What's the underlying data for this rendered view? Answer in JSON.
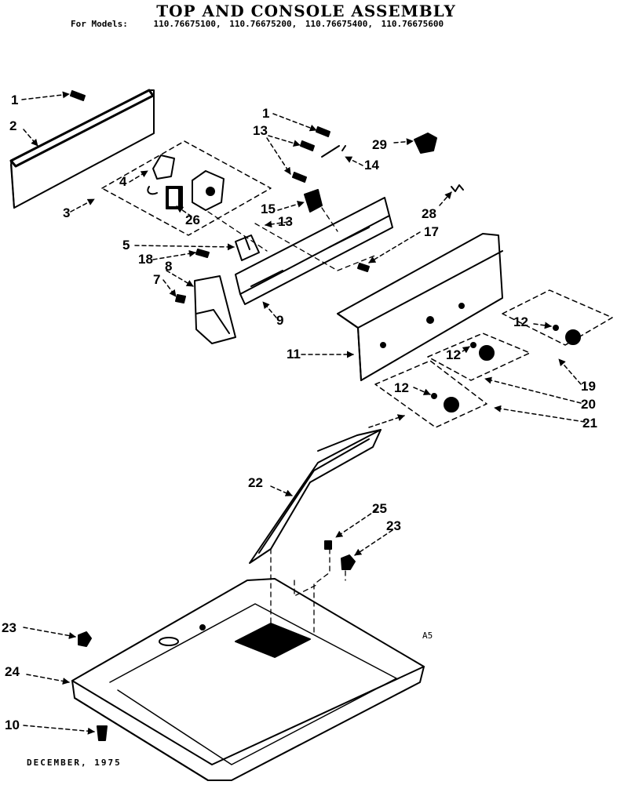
{
  "title": "TOP AND CONSOLE ASSEMBLY",
  "models": {
    "label": "For Models:",
    "list": [
      "110.76675100,",
      "110.76675200,",
      "110.76675400,",
      "110.76675600"
    ]
  },
  "callouts": {
    "c1a": "1",
    "c2": "2",
    "c3": "3",
    "c4": "4",
    "c26": "26",
    "c1b": "1",
    "c13a": "13",
    "c29": "29",
    "c14": "14",
    "c15": "15",
    "c13b": "13",
    "c28": "28",
    "c17": "17",
    "c5": "5",
    "c18": "18",
    "c8": "8",
    "c7": "7",
    "c9": "9",
    "c11": "11",
    "c12a": "12",
    "c12b": "12",
    "c12c": "12",
    "c19": "19",
    "c20": "20",
    "c21": "21",
    "c22": "22",
    "c25": "25",
    "c23a": "23",
    "c23b": "23",
    "c24": "24",
    "c10": "10"
  },
  "footer": {
    "date": "DECEMBER, 1975",
    "code": "A5"
  }
}
